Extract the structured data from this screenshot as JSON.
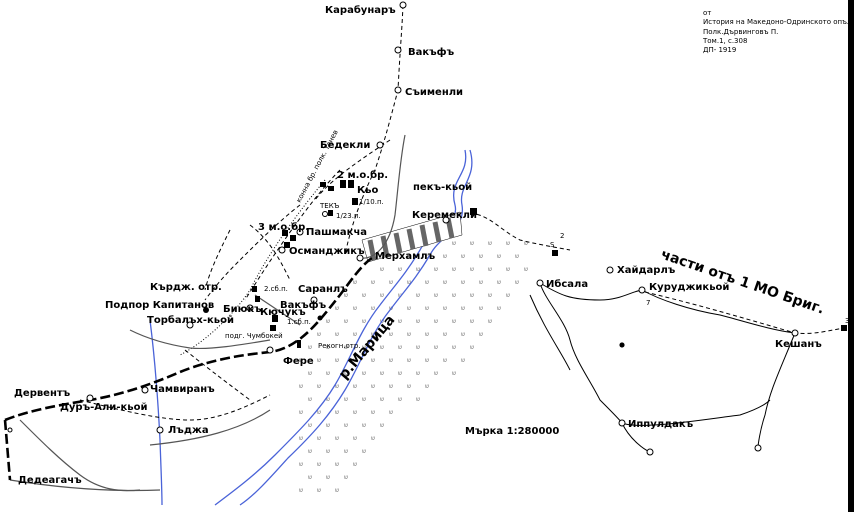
{
  "source": {
    "from": "от",
    "title": "История на Македоно-Одринското опълчение",
    "author": "Полк.Дървинговъ П.",
    "volume": "Том.1, с.308",
    "year": "ДП- 1919"
  },
  "scale": "Мърка 1:280000",
  "river": "р.Марица",
  "brigade": "части отъ 1  МО Бриг.",
  "places": {
    "karabunar": "Карабунаръ",
    "vakaf1": "Вакъфъ",
    "syimenli": "Съименли",
    "bedekli": "Бедекли",
    "kyo": "Кьо",
    "pekkyoi": "пекъ-кьой",
    "keremekli": "Керемекли",
    "pashmakcha": "Пашмакча",
    "osmandzhik": "Османджикъ",
    "merhamly": "Мерхамлъ",
    "saranly": "Саранлъ",
    "vakaf2": "Вакъфъ",
    "biyuk": "Биюкъ",
    "kyuchuk": "Кючукъ",
    "torbalykkyoi": "Торбалъх-кьой",
    "chumbokeui": "подг. Чумбокей",
    "fere": "Фере",
    "derventi": "Дервентъ",
    "duralikyoi": "Дуръ-Али-кьой",
    "chamviran": "Чамвиранъ",
    "lydzha": "Лъджа",
    "dedeagach": "Дедеагачъ",
    "haidarly": "Хайдарлъ",
    "ibsala": "Ибсала",
    "kurudzhikyoi": "Куруджикьой",
    "keshan": "Кешанъ",
    "ipsuldak": "Иппулдакъ"
  },
  "units": {
    "mob2": "2 м.о.бр.",
    "mob3": "3 м.о.бр.",
    "kardzh": "Кърдж. отр.",
    "kapitanov": "Подпор Капитанов",
    "sb2": "2.сб.п.",
    "sb1": "1.сб.п.",
    "p23": "1/23.п.",
    "p10": "1/10.п.",
    "tek": "ТЕКЪ",
    "rekogn": "Рекогн.отр.",
    "konna": "конна бр. полк. Танев",
    "sn": "S",
    "n2": "2",
    "n3": "3",
    "n7": "7"
  },
  "colors": {
    "river": "#4a63d8",
    "background": "#ffffff",
    "frame": "#000000"
  }
}
